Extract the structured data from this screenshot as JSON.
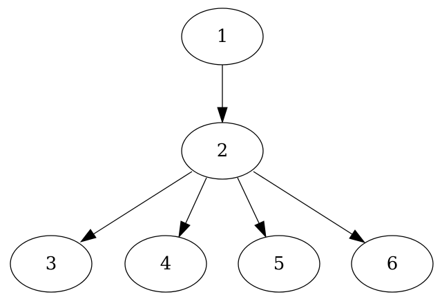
{
  "graph": {
    "nodes": [
      {
        "id": "1",
        "label": "1"
      },
      {
        "id": "2",
        "label": "2"
      },
      {
        "id": "3",
        "label": "3"
      },
      {
        "id": "4",
        "label": "4"
      },
      {
        "id": "5",
        "label": "5"
      },
      {
        "id": "6",
        "label": "6"
      }
    ],
    "edges": [
      {
        "from": "1",
        "to": "2"
      },
      {
        "from": "2",
        "to": "3"
      },
      {
        "from": "2",
        "to": "4"
      },
      {
        "from": "2",
        "to": "5"
      },
      {
        "from": "2",
        "to": "6"
      }
    ],
    "colors": {
      "stroke": "#000000",
      "fill": "#ffffff",
      "background": "#ffffff"
    }
  }
}
